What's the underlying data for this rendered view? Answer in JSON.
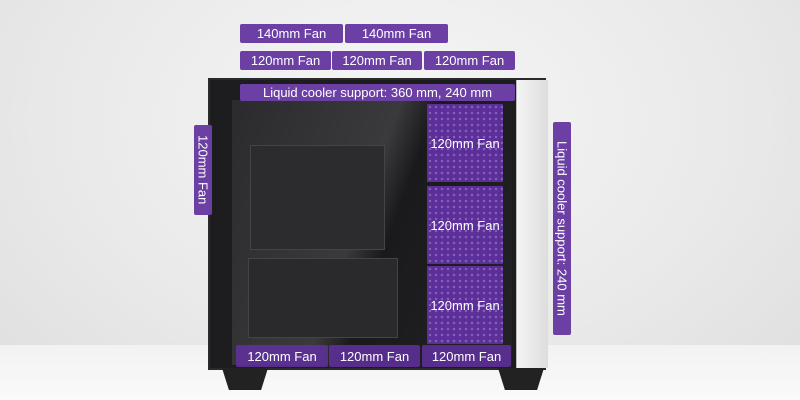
{
  "top_140": [
    "140mm Fan",
    "140mm Fan"
  ],
  "top_120": [
    "120mm Fan",
    "120mm Fan",
    "120mm Fan"
  ],
  "top_cooler": "Liquid cooler support: 360 mm, 240 mm",
  "rear_fan": "120mm Fan",
  "front_cooler": "Liquid cooler support: 240 mm",
  "front_fans": [
    "120mm Fan",
    "120mm Fan",
    "120mm Fan"
  ],
  "bottom_fans": [
    "120mm Fan",
    "120mm Fan",
    "120mm Fan"
  ],
  "accent": "#6b3fa3"
}
